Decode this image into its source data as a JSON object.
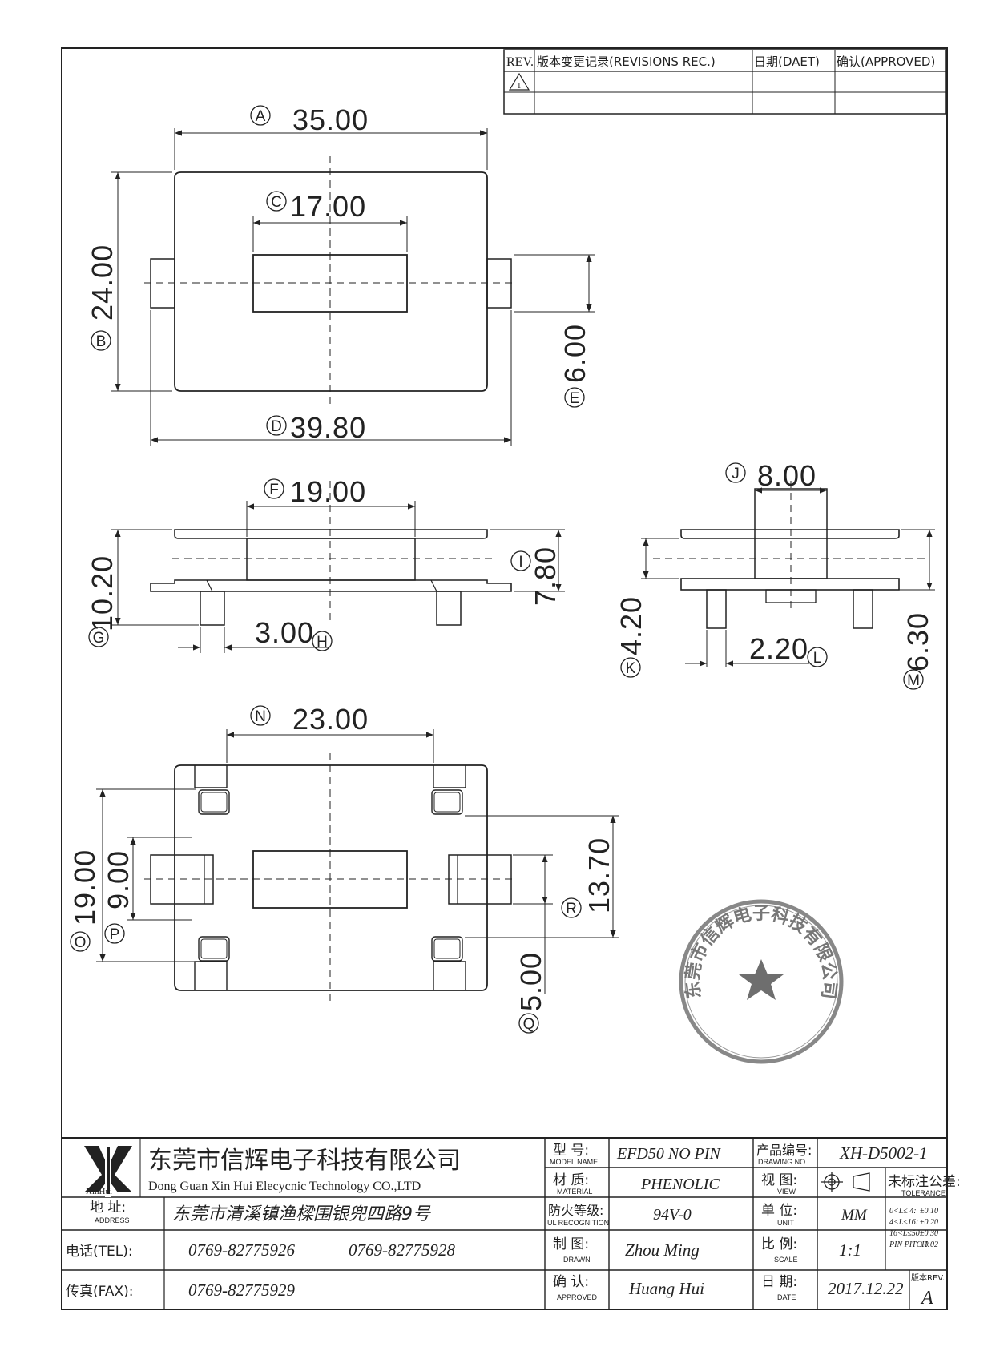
{
  "revision_table": {
    "col_rev": "REV.",
    "col_changes": "版本变更记录(REVISIONS REC.)",
    "col_date": "日期(DAET)",
    "col_approved": "确认(APPROVED)",
    "rows": [
      {
        "rev": "1"
      }
    ]
  },
  "top_view": {
    "A": {
      "label": "A",
      "value": "35.00"
    },
    "B": {
      "label": "B",
      "value": "24.00"
    },
    "C": {
      "label": "C",
      "value": "17.00"
    },
    "D": {
      "label": "D",
      "value": "39.80"
    },
    "E": {
      "label": "E",
      "value": "6.00"
    }
  },
  "front_view": {
    "F": {
      "label": "F",
      "value": "19.00"
    },
    "G": {
      "label": "G",
      "value": "10.20"
    },
    "H": {
      "label": "H",
      "value": "3.00"
    },
    "I": {
      "label": "I",
      "value": "7.80"
    }
  },
  "side_view": {
    "J": {
      "label": "J",
      "value": "8.00"
    },
    "K": {
      "label": "K",
      "value": "4.20"
    },
    "L": {
      "label": "L",
      "value": "2.20"
    },
    "M": {
      "label": "M",
      "value": "6.30"
    }
  },
  "bottom_view": {
    "N": {
      "label": "N",
      "value": "23.00"
    },
    "O": {
      "label": "O",
      "value": "19.00"
    },
    "P": {
      "label": "P",
      "value": "9.00"
    },
    "Q": {
      "label": "Q",
      "value": "5.00"
    },
    "R": {
      "label": "R",
      "value": "13.70"
    }
  },
  "stamp": {
    "text": "东莞市信辉电子科技有限公司"
  },
  "title_block": {
    "logo_text": "XinHui",
    "company_cn": "东莞市信辉电子科技有限公司",
    "company_en": "Dong Guan Xin Hui Elecycnic Technology CO.,LTD",
    "address_label": "地  址:",
    "address_label_en": "ADDRESS",
    "address": "东莞市清溪镇渔樑围银兜四路9号",
    "tel_label": "电话(TEL):",
    "tel1": "0769-82775926",
    "tel2": "0769-82775928",
    "fax_label": "传真(FAX):",
    "fax": "0769-82775929",
    "model_label": "型  号:",
    "model_label_en": "MODEL NAME",
    "model": "EFD50 NO PIN",
    "material_label": "材  质:",
    "material_label_en": "MATERIAL",
    "material": "PHENOLIC",
    "ul_label": "防火等级:",
    "ul_label_en": "UL RECOGNITION",
    "ul": "94V-0",
    "drawn_label": "制  图:",
    "drawn_label_en": "DRAWN",
    "drawn": "Zhou Ming",
    "approved_label": "确  认:",
    "approved_label_en": "APPROVED",
    "approved": "Huang Hui",
    "drawing_no_label": "产品编号:",
    "drawing_no_label_en": "DRAWING NO.",
    "drawing_no": "XH-D5002-1",
    "view_label": "视  图:",
    "view_label_en": "VIEW",
    "unit_label": "单  位:",
    "unit_label_en": "UNIT",
    "unit": "MM",
    "scale_label": "比  例:",
    "scale_label_en": "SCALE",
    "scale": "1:1",
    "date_label": "日  期:",
    "date_label_en": "DATE",
    "date": "2017.12.22",
    "tolerance_label": "未标注公差:",
    "tolerance_label_en": "TOLERANCE",
    "tolerances": [
      {
        "range": "0<L≤ 4:",
        "value": "±0.10"
      },
      {
        "range": "4<L≤16:",
        "value": "±0.20"
      },
      {
        "range": "16<L≤50:",
        "value": "±0.30"
      },
      {
        "range": "PIN PITCH:",
        "value": "±0.02"
      }
    ],
    "rev_label": "版本REV.",
    "rev": "A"
  }
}
